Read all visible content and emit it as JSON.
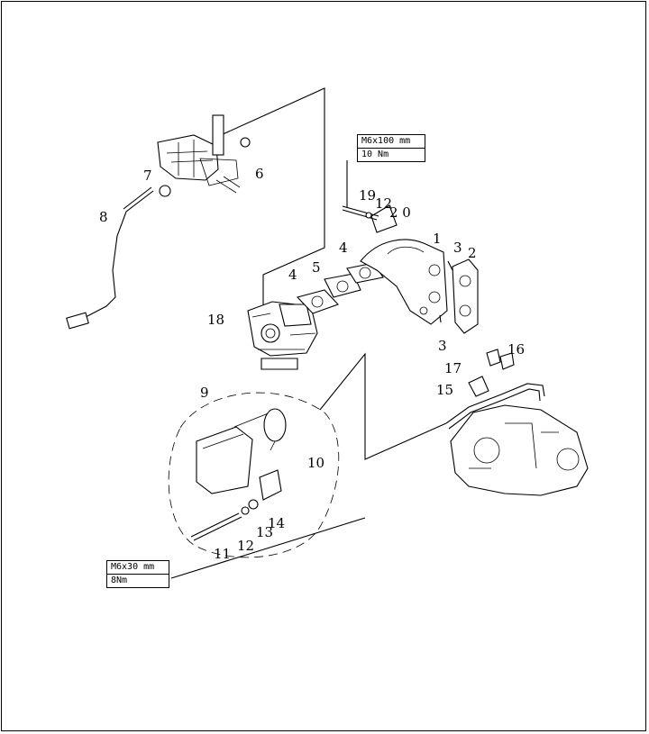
{
  "callouts": {
    "c1": "1",
    "c2": "2",
    "c3a": "3",
    "c3b": "3",
    "c4a": "4",
    "c4b": "4",
    "c5": "5",
    "c6": "6",
    "c7": "7",
    "c8": "8",
    "c9": "9",
    "c10": "10",
    "c11": "11",
    "c12a": "12",
    "c12b": "12",
    "c13": "13",
    "c14": "14",
    "c15": "15",
    "c16": "16",
    "c17": "17",
    "c18": "18",
    "c19": "19",
    "c20": "2 0"
  },
  "specs": {
    "upper": {
      "size": "M6x100 mm",
      "torque": "10 Nm"
    },
    "lower": {
      "size": "M6x30 mm",
      "torque": "8Nm"
    }
  }
}
